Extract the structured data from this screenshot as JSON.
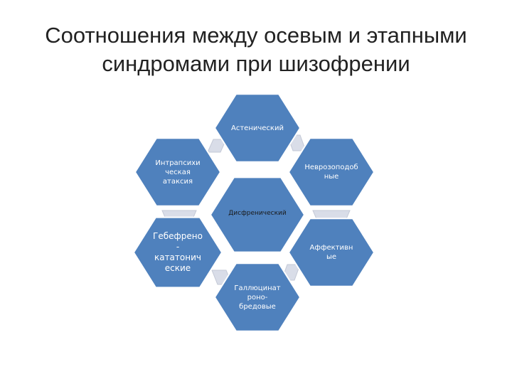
{
  "title": {
    "line1": "Соотношения между осевым и этапными",
    "line2": "синдромами при шизофрении"
  },
  "diagram": {
    "center": "Дисфренический",
    "nodes": [
      {
        "id": "top",
        "label": "Астенический"
      },
      {
        "id": "upper-right",
        "label": "Неврозоподоб\nные"
      },
      {
        "id": "lower-right",
        "label": "Аффективн\nые"
      },
      {
        "id": "bottom",
        "label": "Галлюцинат\nроно-\nбредовые"
      },
      {
        "id": "lower-left",
        "label": "Гебефрено\n-\nкататонич\nеские"
      },
      {
        "id": "upper-left",
        "label": "Интрапсихи\nческая\nатаксия"
      }
    ],
    "colors": {
      "hex_fill": "#4f81bd",
      "hex_stroke": "#ffffff",
      "connector": "#d9dde8"
    }
  }
}
